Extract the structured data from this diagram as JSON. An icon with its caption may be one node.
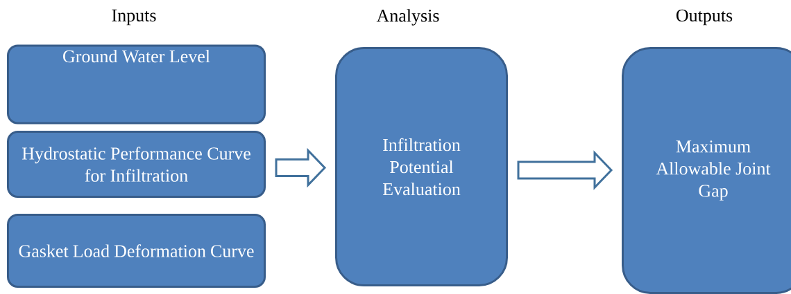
{
  "diagram": {
    "nodes": [
      {
        "text": [
          "Ground Water Level"
        ]
      },
      {
        "text": [
          "Hydrostatic Performance Curve for Infiltration"
        ]
      },
      {
        "text": [
          "Gasket Load Deformation Curve"
        ]
      },
      {
        "text": [
          "Infiltration Potential Evaluation"
        ]
      },
      {
        "text": [
          "Maximum Allowable Joint Gap"
        ]
      }
    ],
    "edges": [
      {
        "from": 1,
        "to": 3,
        "arrow": "to"
      },
      {
        "from": 3,
        "to": 4,
        "arrow": "to"
      }
    ],
    "labels": [
      "Inputs",
      "Analysis",
      "Outputs"
    ]
  }
}
